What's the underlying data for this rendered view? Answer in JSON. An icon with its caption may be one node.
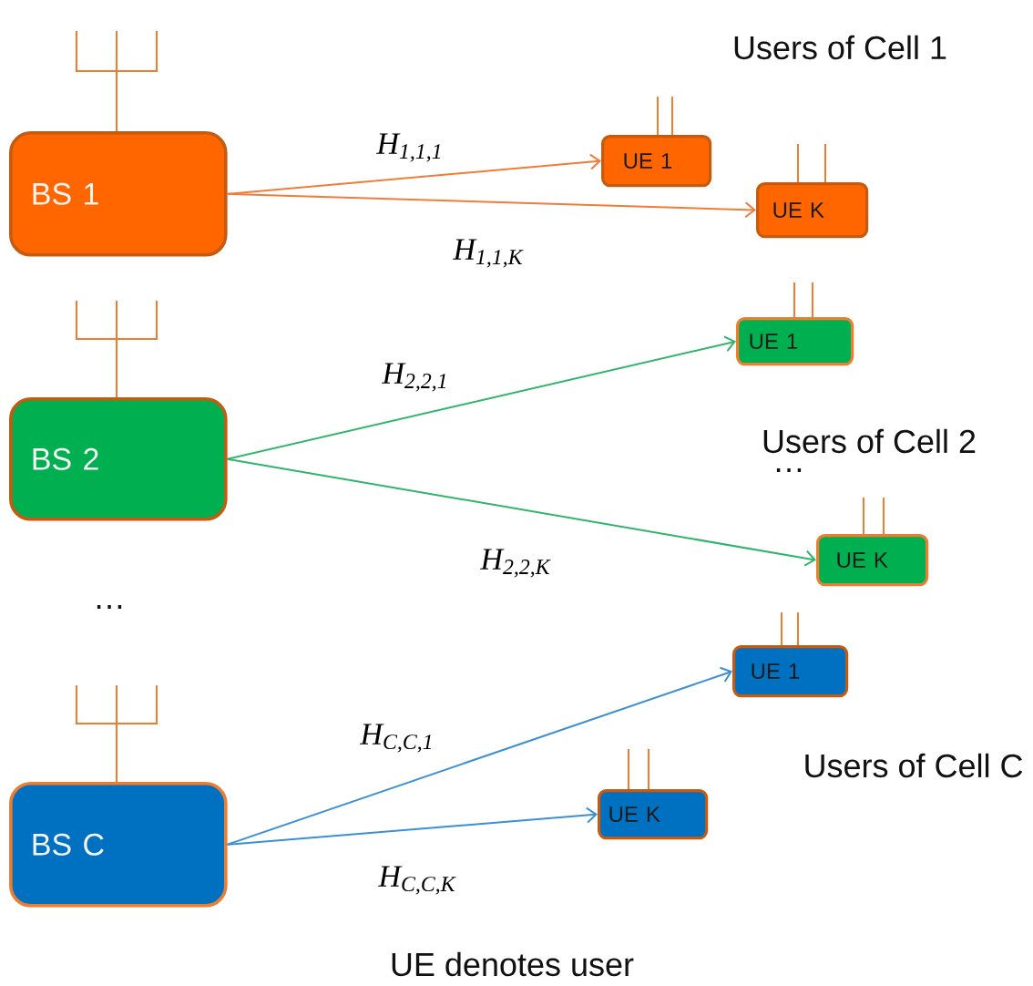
{
  "diagram": {
    "nodes": [
      {
        "text": [
          "BS 1"
        ]
      },
      {
        "text": [
          "UE 1"
        ]
      },
      {
        "text": [
          "UE K"
        ]
      },
      {
        "text": [
          "BS 2"
        ]
      },
      {
        "text": [
          "UE 1"
        ]
      },
      {
        "text": [
          "UE K"
        ]
      },
      {
        "text": [
          "BS C"
        ]
      },
      {
        "text": [
          "UE 1"
        ]
      },
      {
        "text": [
          "UE K"
        ]
      }
    ],
    "edges": [
      {
        "from": 0,
        "to": 1,
        "arrow": "to",
        "label": "H$_{1,1,1}$",
        "color": "#f07c3a"
      },
      {
        "from": 0,
        "to": 2,
        "arrow": "to",
        "label": "H$_{1,1,K}$",
        "color": "#f07c3a"
      },
      {
        "from": 3,
        "to": 4,
        "arrow": "to",
        "label": "H$_{2,2,1}$",
        "color": "#2fb56a"
      },
      {
        "from": 3,
        "to": 5,
        "arrow": "to",
        "label": "H$_{2,2,K}$",
        "color": "#2fb56a"
      },
      {
        "from": 6,
        "to": 7,
        "arrow": "to",
        "label": "H$_{C,C,1}$",
        "color": "#3b8fd4"
      },
      {
        "from": 6,
        "to": 8,
        "arrow": "to",
        "label": "H$_{C,C,K}$",
        "color": "#3b8fd4"
      }
    ],
    "labels": [
      "Users of Cell 1",
      "Users of Cell 2",
      "…",
      "…",
      "Users of Cell C",
      "UE denotes user"
    ]
  }
}
